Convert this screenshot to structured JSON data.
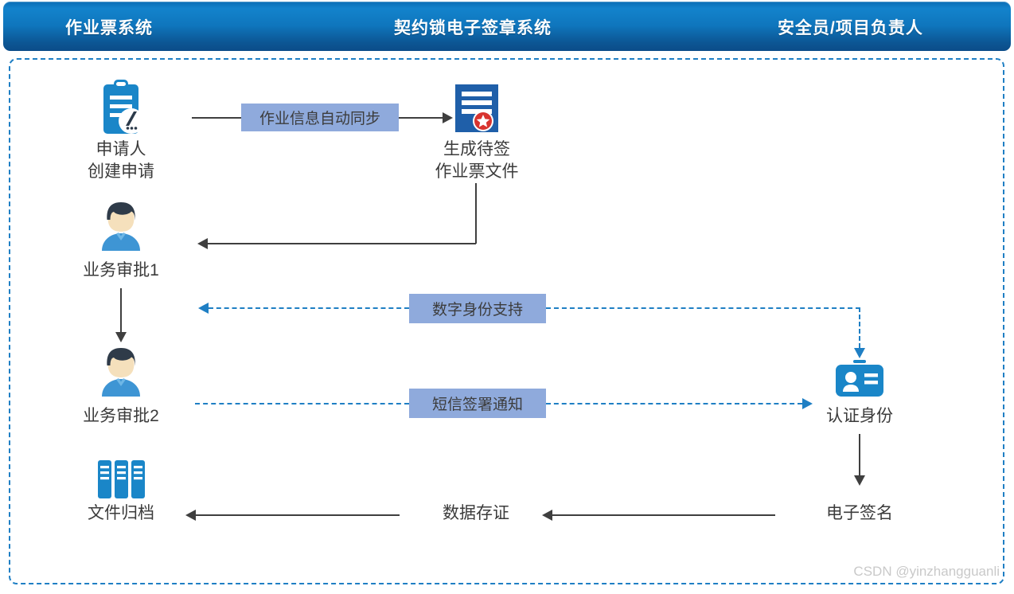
{
  "header": {
    "lanes": [
      {
        "label": "作业票系统"
      },
      {
        "label": "契约锁电子签章系统"
      },
      {
        "label": "安全员/项目负责人"
      }
    ],
    "gradient_top": "#1383cc",
    "gradient_bottom": "#0b4c88",
    "text_color": "#ffffff"
  },
  "frame": {
    "border_color": "#1f7fc4",
    "style": "dashed"
  },
  "nodes": [
    {
      "id": "applicant",
      "icon": "clipboard-pen-icon",
      "label_line1": "申请人",
      "label_line2": "创建申请",
      "color": "#1a86c8"
    },
    {
      "id": "pending-doc",
      "icon": "signed-document-icon",
      "label_line1": "生成待签",
      "label_line2": "作业票文件",
      "color": "#1f5fa9"
    },
    {
      "id": "approval-1",
      "icon": "person-icon",
      "label_line1": "业务审批1",
      "label_line2": "",
      "color": "#3e95d4"
    },
    {
      "id": "approval-2",
      "icon": "person-icon",
      "label_line1": "业务审批2",
      "label_line2": "",
      "color": "#3e95d4"
    },
    {
      "id": "archive",
      "icon": "file-archive-icon",
      "label_line1": "文件归档",
      "label_line2": "",
      "color": "#1a86c8"
    },
    {
      "id": "auth-id",
      "icon": "id-badge-icon",
      "label_line1": "认证身份",
      "label_line2": "",
      "color": "#1a86c8"
    },
    {
      "id": "e-sign",
      "icon": "",
      "label_line1": "电子签名",
      "label_line2": "",
      "color": ""
    },
    {
      "id": "data-evidence",
      "icon": "",
      "label_line1": "数据存证",
      "label_line2": "",
      "color": ""
    }
  ],
  "tags": [
    {
      "id": "sync",
      "label": "作业信息自动同步",
      "bg": "#8faadc"
    },
    {
      "id": "identity",
      "label": "数字身份支持",
      "bg": "#8faadc"
    },
    {
      "id": "sms",
      "label": "短信签署通知",
      "bg": "#8faadc"
    }
  ],
  "watermark": {
    "text": "CSDN @yinzhangguanli"
  }
}
